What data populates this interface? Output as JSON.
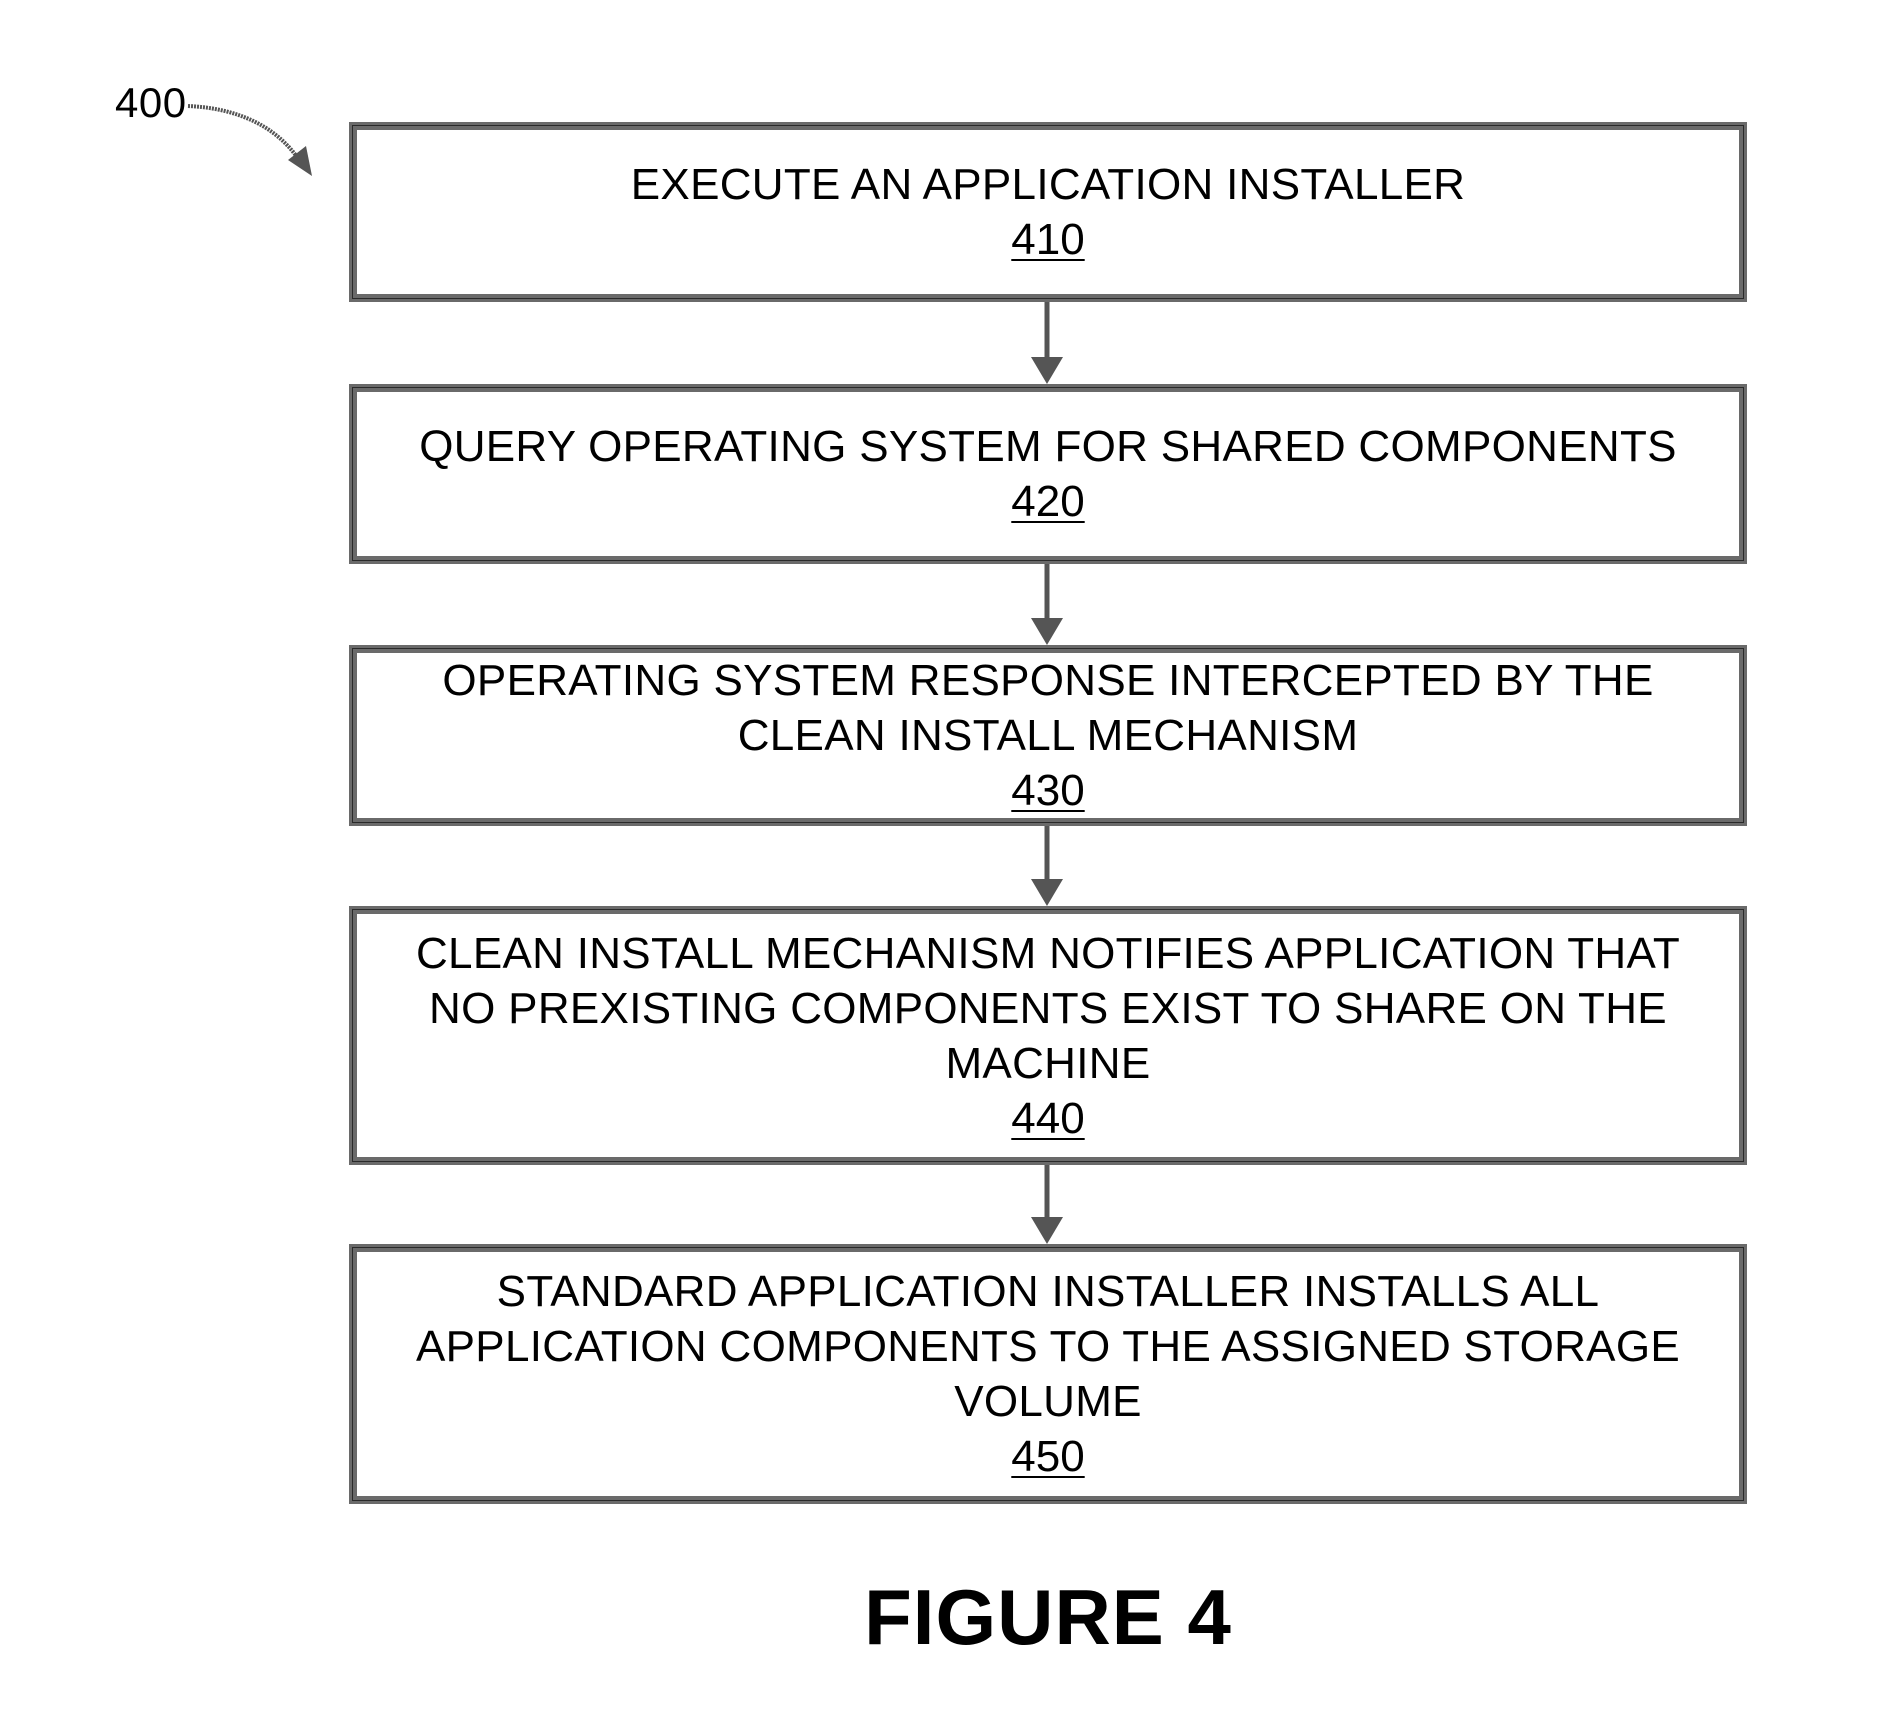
{
  "diagram": {
    "reference_number": "400",
    "steps": [
      {
        "number": "410",
        "text": "EXECUTE AN APPLICATION INSTALLER"
      },
      {
        "number": "420",
        "text": "QUERY OPERATING SYSTEM FOR SHARED COMPONENTS"
      },
      {
        "number": "430",
        "text": "OPERATING SYSTEM RESPONSE INTERCEPTED BY THE\nCLEAN INSTALL MECHANISM"
      },
      {
        "number": "440",
        "text": "CLEAN INSTALL MECHANISM NOTIFIES APPLICATION THAT\nNO PREXISTING COMPONENTS EXIST TO SHARE ON THE\nMACHINE"
      },
      {
        "number": "450",
        "text": "STANDARD APPLICATION INSTALLER INSTALLS ALL\nAPPLICATION COMPONENTS TO THE ASSIGNED STORAGE\nVOLUME"
      }
    ],
    "figure_title": "FIGURE 4"
  },
  "colors": {
    "border": "#6a6a6a",
    "text": "#000000",
    "background": "#ffffff"
  }
}
